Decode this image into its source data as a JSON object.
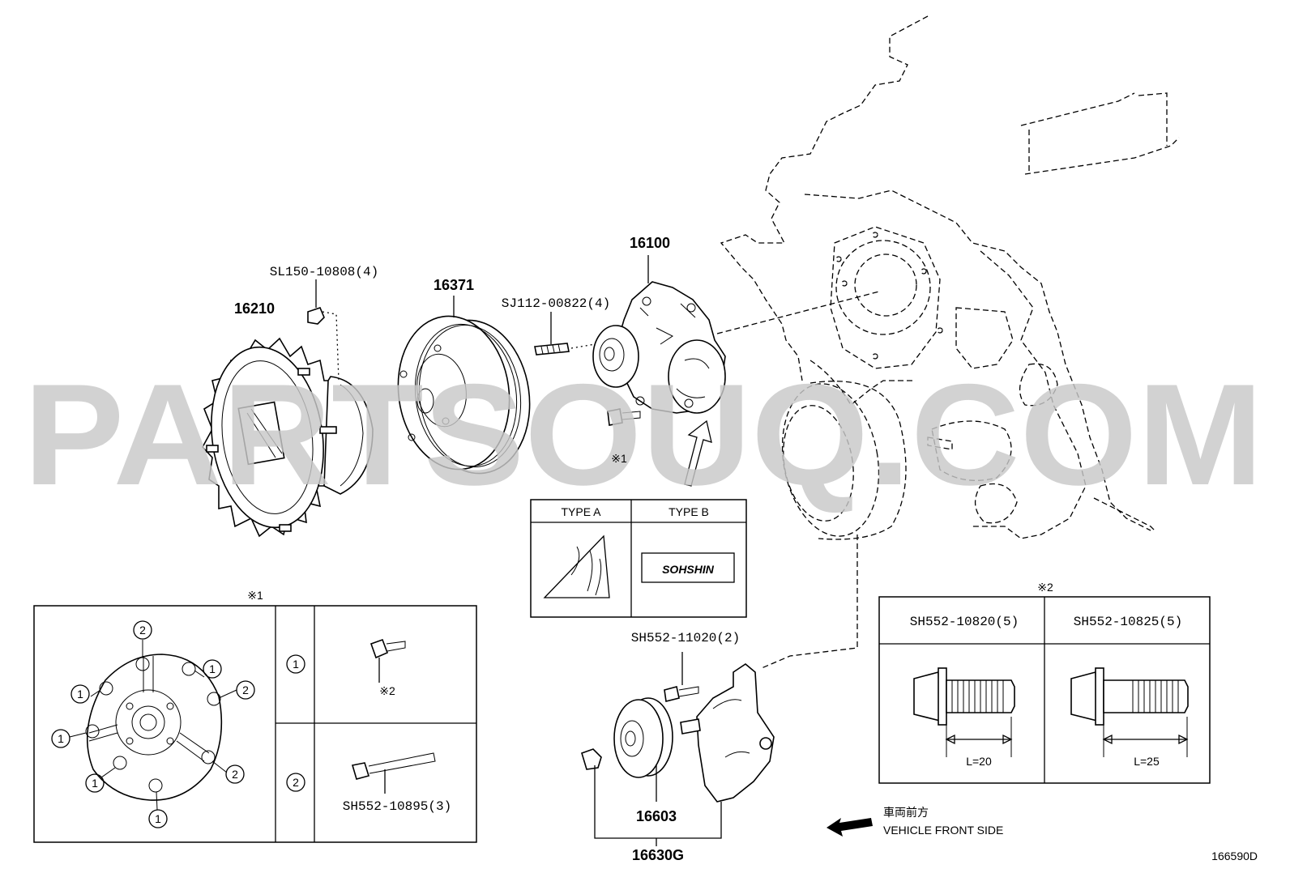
{
  "labels": {
    "fan_clutch": "16210",
    "fan_clutch_bolt": "SL150-10808(4)",
    "pulley": "16371",
    "water_pump": "16100",
    "stud": "SJ112-00822(4)",
    "ref_mark_1": "※1",
    "idler_bolt": "SH552-11020(2)",
    "idler_pulley": "16603",
    "idler_assy": "16630G",
    "drawing_number": "166590D"
  },
  "type_table": {
    "type_a": "TYPE A",
    "type_b": "TYPE B",
    "type_b_logo": "SOHSHIN"
  },
  "detail1": {
    "title": "※1",
    "callouts": [
      "1",
      "2"
    ],
    "row1_ref": "※2",
    "row2_part": "SH552-10895(3)"
  },
  "detail2": {
    "title": "※2",
    "col1_part": "SH552-10820(5)",
    "col2_part": "SH552-10825(5)",
    "col1_len": "L=20",
    "col2_len": "L=25"
  },
  "direction": {
    "jp": "車両前方",
    "en": "VEHICLE FRONT SIDE"
  },
  "watermark": "PARTSOUQ.COM"
}
